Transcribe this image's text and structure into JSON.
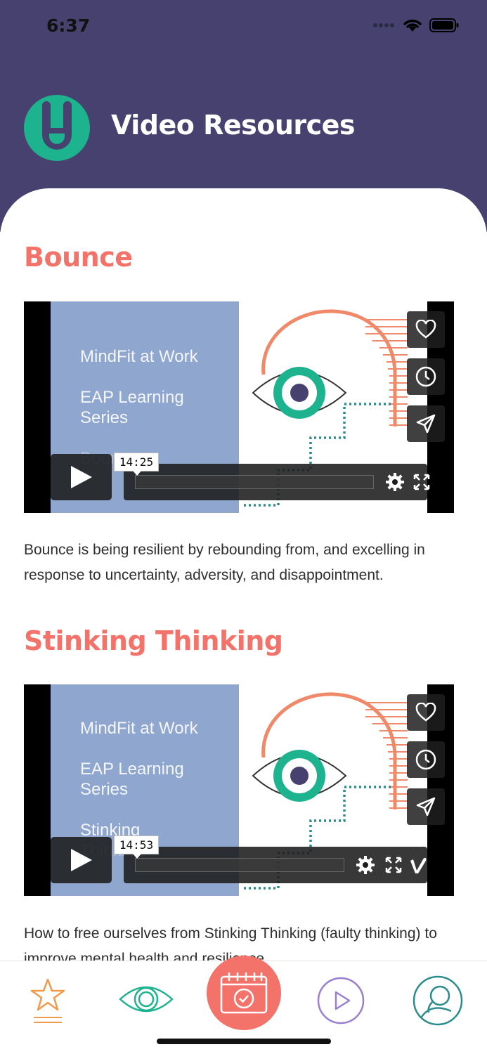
{
  "status_bar": {
    "time": "6:37"
  },
  "header": {
    "title": "Video Resources",
    "logo_icon": "app-logo-icon"
  },
  "colors": {
    "header_bg": "#474170",
    "accent": "#F3726A",
    "teal": "#1DB38E",
    "purple": "#9A7FD1"
  },
  "videos": [
    {
      "heading": "Bounce",
      "thumb_lines": [
        "MindFit at Work",
        "EAP Learning",
        "Series",
        "Bounce"
      ],
      "duration": "14:25",
      "description": "Bounce is being resilient by rebounding from, and excelling in response to uncertainty, adversity, and disappointment."
    },
    {
      "heading": "Stinking Thinking",
      "thumb_lines": [
        "MindFit at Work",
        "EAP Learning",
        "Series",
        "Stinking",
        "Thinking"
      ],
      "duration": "14:53",
      "description": "How to free ourselves from Stinking Thinking (faulty thinking) to improve mental health and resilience."
    }
  ],
  "tab_bar": {
    "items": [
      {
        "icon": "star-icon"
      },
      {
        "icon": "eye-icon"
      },
      {
        "icon": "calendar-check-icon"
      },
      {
        "icon": "play-circle-icon"
      },
      {
        "icon": "profile-icon"
      }
    ]
  }
}
